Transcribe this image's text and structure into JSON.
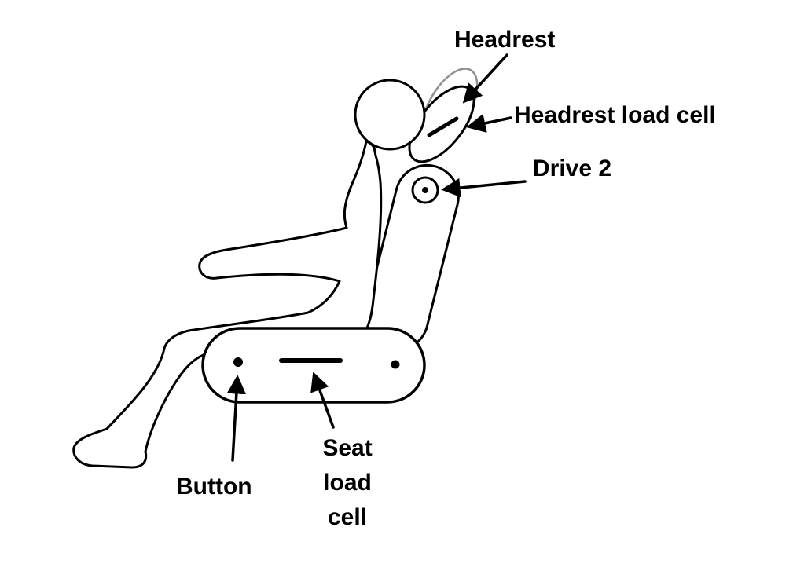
{
  "diagram": {
    "labels": {
      "headrest": "Headrest",
      "headrest_load_cell": "Headrest load cell",
      "drive_2": "Drive 2",
      "button": "Button",
      "seat_load_cell": [
        "Seat",
        "load",
        "cell"
      ]
    },
    "colors": {
      "line": "#000000",
      "ghost_headrest": "#8f8f8f",
      "background": "#ffffff"
    }
  }
}
